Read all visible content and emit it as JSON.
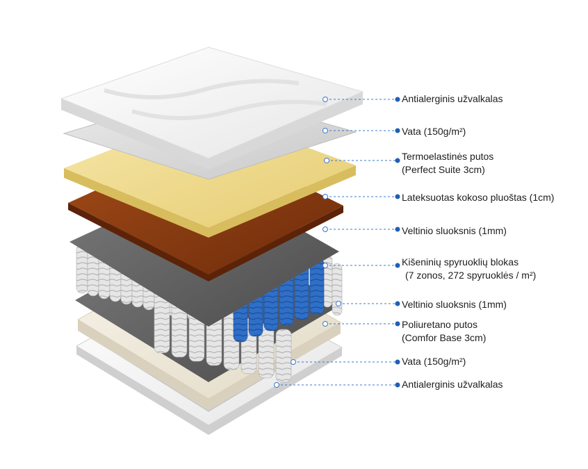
{
  "labels": [
    {
      "id": "top-cover",
      "lines": [
        "Antialerginis užvalkalas"
      ]
    },
    {
      "id": "cotton-top",
      "lines": [
        "Vata (150g/m²)"
      ]
    },
    {
      "id": "thermo-foam",
      "lines": [
        "Termoelastinės putos",
        "(Perfect Suite 3cm)"
      ]
    },
    {
      "id": "coconut",
      "lines": [
        "Lateksuotas kokoso pluoštas (1cm)"
      ]
    },
    {
      "id": "felt-top",
      "lines": [
        "Veltinio sluoksnis (1mm)"
      ]
    },
    {
      "id": "springs",
      "lines": [
        "Kišeninių spyruoklių blokas",
        "(7 zonos, 272 spyruoklės / m²)"
      ]
    },
    {
      "id": "felt-bottom",
      "lines": [
        "Veltinio sluoksnis (1mm)"
      ]
    },
    {
      "id": "poly-foam",
      "lines": [
        "Poliuretano putos",
        "(Comfor Base 3cm)"
      ]
    },
    {
      "id": "cotton-bottom",
      "lines": [
        "Vata (150g/m²)"
      ]
    },
    {
      "id": "bottom-cover",
      "lines": [
        "Antialerginis užvalkalas"
      ]
    }
  ],
  "colors": {
    "leader": "#3a78c9",
    "dot": "#1f5fb5",
    "text": "#1c1c1c",
    "cover": "#f3f3f3",
    "cotton": "#d9d9d9",
    "thermo_foam": "#f1dc8f",
    "coconut": "#8a3c12",
    "felt": "#5f5f5f",
    "spring_white": "#e4e4e4",
    "spring_blue": "#2f6fc7",
    "poly_foam": "#efe9da"
  }
}
